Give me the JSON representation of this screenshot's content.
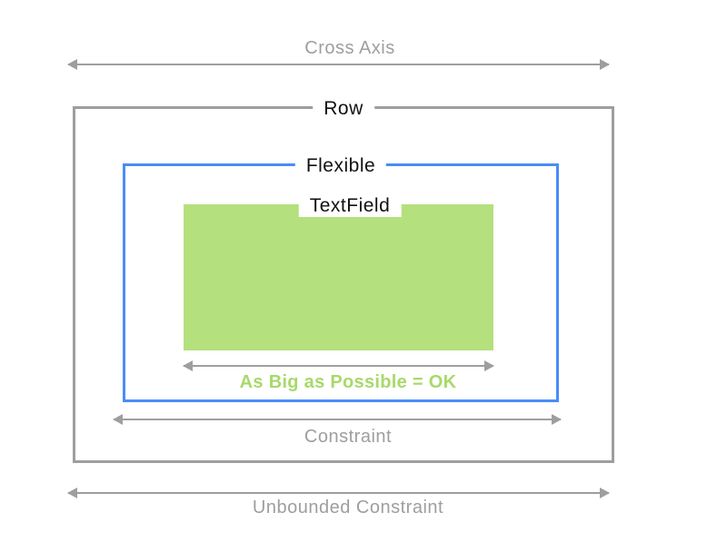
{
  "diagram": {
    "cross_axis_label": "Cross Axis",
    "row_label": "Row",
    "flexible_label": "Flexible",
    "textfield_label": "TextField",
    "as_big_label": "As Big as Possible = OK",
    "constraint_label": "Constraint",
    "unbounded_label": "Unbounded Constraint"
  },
  "colors": {
    "gray": "#9e9e9e",
    "blue": "#4a8cf7",
    "green-fill": "#b5e07e",
    "green-text": "#a8d96a",
    "label-black": "#111111",
    "bg": "#ffffff"
  }
}
